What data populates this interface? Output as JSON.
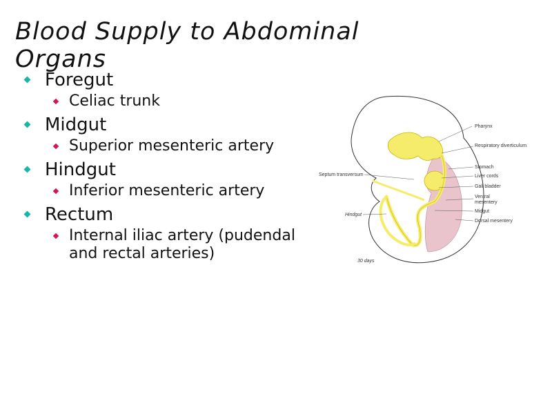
{
  "slide": {
    "title": "Blood Supply to Abdominal Organs",
    "bullets": [
      {
        "label": "Foregut",
        "sub": [
          "Celiac trunk"
        ]
      },
      {
        "label": "Midgut",
        "sub": [
          "Superior mesenteric artery"
        ]
      },
      {
        "label": "Hindgut",
        "sub": [
          "Inferior mesenteric artery"
        ]
      },
      {
        "label": "Rectum",
        "sub": [
          "Internal iliac artery (pudendal and rectal arteries)"
        ]
      }
    ]
  },
  "figure": {
    "labels": {
      "pharynx": "Pharynx",
      "respiratory": "Respiratory diverticulum",
      "stomach": "Stomach",
      "liver": "Liver cords",
      "gall": "Gall bladder",
      "ventral1": "Ventral",
      "ventral2": "mesentery",
      "midgut": "Midgut",
      "dorsal": "Dorsal mesentery",
      "septum": "Septum transversum",
      "hindgut": "Hindgut",
      "days": "30 days"
    },
    "colors": {
      "gut": "#f4ec6a",
      "gut_outline": "#c9b400",
      "mesentery": "#e9c4cc",
      "bullet_l1": "#1ab5a8",
      "bullet_l2": "#d4145a"
    }
  }
}
